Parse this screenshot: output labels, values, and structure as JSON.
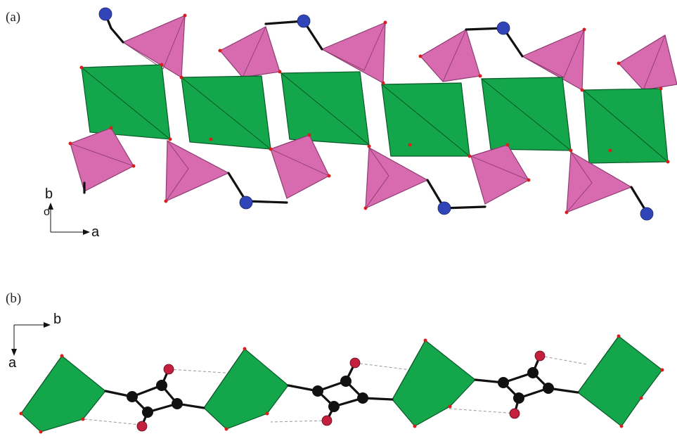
{
  "panels": [
    {
      "label": "(a)"
    },
    {
      "label": "(b)"
    }
  ],
  "axes_a": {
    "vertical": "b",
    "origin": "o",
    "horizontal": "a"
  },
  "axes_b": {
    "horizontal": "b",
    "vertical": "a"
  },
  "colors": {
    "octahedron": "#13a64b",
    "tetrahedron": "#d86bb0",
    "carbon": "#111111",
    "oxygen": "#c51f3e",
    "nitrogen": "#3145b8"
  }
}
